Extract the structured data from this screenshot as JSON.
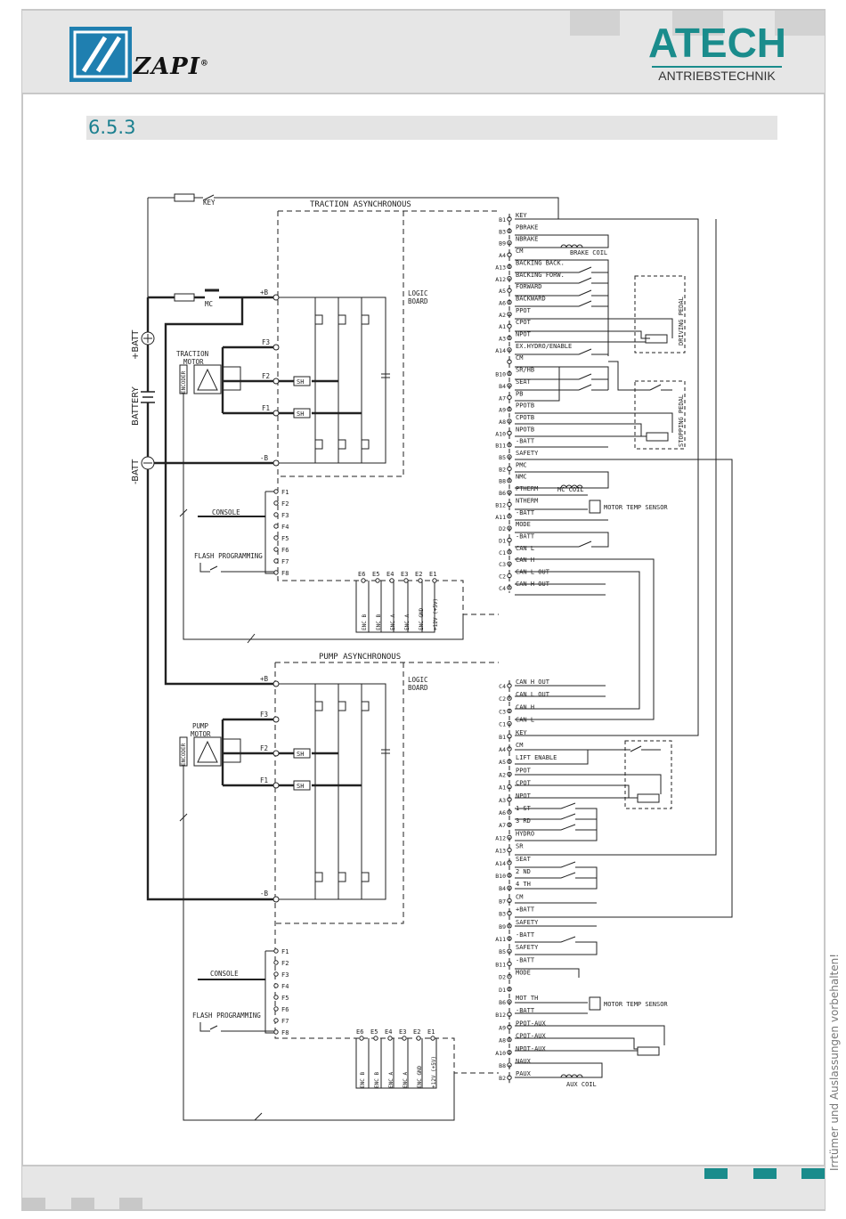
{
  "header": {
    "brand_left": "ZAPI",
    "brand_left_mark": "®",
    "brand_right": "ATECH",
    "brand_right_sub": "ANTRIEBSTECHNIK"
  },
  "section": {
    "number": "6.5.3"
  },
  "side_note": "Irrtümer und Auslassungen vorbehalten!",
  "diagram": {
    "key": "KEY",
    "mc": "MC",
    "batt_plus": "+BATT",
    "battery": "BATTERY",
    "batt_minus": "-BATT",
    "traction": {
      "title": "TRACTION ASYNCHRONOUS",
      "logic_board": [
        "LOGIC",
        "BOARD"
      ],
      "motor": [
        "TRACTION",
        "MOTOR"
      ],
      "encoder": "ENCODER",
      "power_pins": [
        "+B",
        "F3",
        "F2",
        "F1",
        "-B"
      ],
      "sh": "SH",
      "console": "CONSOLE",
      "flash": "FLASH PROGRAMMING",
      "f_pins": [
        "F1",
        "F2",
        "F3",
        "F4",
        "F5",
        "F6",
        "F7",
        "F8"
      ],
      "enc_pins": [
        "E6",
        "E5",
        "E4",
        "E3",
        "E2",
        "E1"
      ],
      "enc_labels": [
        "ENC B",
        "ENC B",
        "ENC A",
        "ENC A",
        "ENC GND",
        "+12V (+5V)"
      ],
      "connector": [
        {
          "pin": "B1",
          "label": "KEY"
        },
        {
          "pin": "B3",
          "label": "PBRAKE"
        },
        {
          "pin": "B9",
          "label": "NBRAKE"
        },
        {
          "pin": "A4",
          "label": "CM"
        },
        {
          "pin": "A13",
          "label": "BACKING BACK."
        },
        {
          "pin": "A12",
          "label": "BACKING FORW."
        },
        {
          "pin": "A5",
          "label": "FORWARD"
        },
        {
          "pin": "A6",
          "label": "BACKWARD"
        },
        {
          "pin": "A2",
          "label": "PPOT"
        },
        {
          "pin": "A1",
          "label": "CPOT"
        },
        {
          "pin": "A3",
          "label": "NPOT"
        },
        {
          "pin": "A14",
          "label": "EX.HYDRO/ENABLE"
        },
        {
          "pin": "",
          "label": "CM"
        },
        {
          "pin": "B10",
          "label": "SR/HB"
        },
        {
          "pin": "B4",
          "label": "SEAT"
        },
        {
          "pin": "A7",
          "label": "PB"
        },
        {
          "pin": "A9",
          "label": "PPOTB"
        },
        {
          "pin": "A8",
          "label": "CPOTB"
        },
        {
          "pin": "A10",
          "label": "NPOTB"
        },
        {
          "pin": "B11",
          "label": "-BATT"
        },
        {
          "pin": "B5",
          "label": "SAFETY"
        },
        {
          "pin": "B2",
          "label": "PMC"
        },
        {
          "pin": "B8",
          "label": "NMC"
        },
        {
          "pin": "B6",
          "label": "PTHERM"
        },
        {
          "pin": "B12",
          "label": "NTHERM"
        },
        {
          "pin": "A11",
          "label": "-BATT"
        },
        {
          "pin": "D2",
          "label": "MODE"
        },
        {
          "pin": "D1",
          "label": "-BATT"
        },
        {
          "pin": "C1",
          "label": "CAN L"
        },
        {
          "pin": "C3",
          "label": "CAN H"
        },
        {
          "pin": "C2",
          "label": "CAN L OUT"
        },
        {
          "pin": "C4",
          "label": "CAN H OUT"
        }
      ],
      "brake_coil": "BRAKE COIL",
      "mc_coil": "MC COIL",
      "temp_sensor": "MOTOR TEMP SENSOR",
      "driving_pedal": "DRIVING PEDAL",
      "stopping_pedal": "STOPPING PEDAL"
    },
    "pump": {
      "title": "PUMP ASYNCHRONOUS",
      "logic_board": [
        "LOGIC",
        "BOARD"
      ],
      "motor": [
        "PUMP",
        "MOTOR"
      ],
      "encoder": "ENCODER",
      "power_pins": [
        "+B",
        "F3",
        "F2",
        "F1",
        "-B"
      ],
      "sh": "SH",
      "console": "CONSOLE",
      "flash": "FLASH PROGRAMMING",
      "f_pins": [
        "F1",
        "F2",
        "F3",
        "F4",
        "F5",
        "F6",
        "F7",
        "F8"
      ],
      "enc_pins": [
        "E6",
        "E5",
        "E4",
        "E3",
        "E2",
        "E1"
      ],
      "enc_labels": [
        "ENC B",
        "ENC B",
        "ENC A",
        "ENC A",
        "ENC GND",
        "+12V (+5V)"
      ],
      "connector": [
        {
          "pin": "C4",
          "label": "CAN H OUT"
        },
        {
          "pin": "C2",
          "label": "CAN L OUT"
        },
        {
          "pin": "C3",
          "label": "CAN H"
        },
        {
          "pin": "C1",
          "label": "CAN L"
        },
        {
          "pin": "B1",
          "label": "KEY"
        },
        {
          "pin": "A4",
          "label": "CM"
        },
        {
          "pin": "A5",
          "label": "LIFT ENABLE"
        },
        {
          "pin": "A2",
          "label": "PPOT"
        },
        {
          "pin": "A1",
          "label": "CPOT"
        },
        {
          "pin": "A3",
          "label": "NPOT"
        },
        {
          "pin": "A6",
          "label": "1 ST"
        },
        {
          "pin": "A7",
          "label": "3 RD"
        },
        {
          "pin": "A12",
          "label": "HYDRO"
        },
        {
          "pin": "A13",
          "label": "SR"
        },
        {
          "pin": "A14",
          "label": "SEAT"
        },
        {
          "pin": "B10",
          "label": "2 ND"
        },
        {
          "pin": "B4",
          "label": "4 TH"
        },
        {
          "pin": "B7",
          "label": "CM"
        },
        {
          "pin": "B3",
          "label": "+BATT"
        },
        {
          "pin": "B9",
          "label": "SAFETY"
        },
        {
          "pin": "A11",
          "label": "-BATT"
        },
        {
          "pin": "B5",
          "label": "SAFETY"
        },
        {
          "pin": "B11",
          "label": "-BATT"
        },
        {
          "pin": "D2",
          "label": "MODE"
        },
        {
          "pin": "D1",
          "label": ""
        },
        {
          "pin": "B6",
          "label": "MOT TH"
        },
        {
          "pin": "B12",
          "label": "-BATT"
        },
        {
          "pin": "A9",
          "label": "PPOT-AUX"
        },
        {
          "pin": "A8",
          "label": "CPOT-AUX"
        },
        {
          "pin": "A10",
          "label": "NPOT-AUX"
        },
        {
          "pin": "B8",
          "label": "NAUX"
        },
        {
          "pin": "B2",
          "label": "PAUX"
        }
      ],
      "temp_sensor": "MOTOR TEMP SENSOR",
      "aux_coil": "AUX COIL"
    }
  }
}
